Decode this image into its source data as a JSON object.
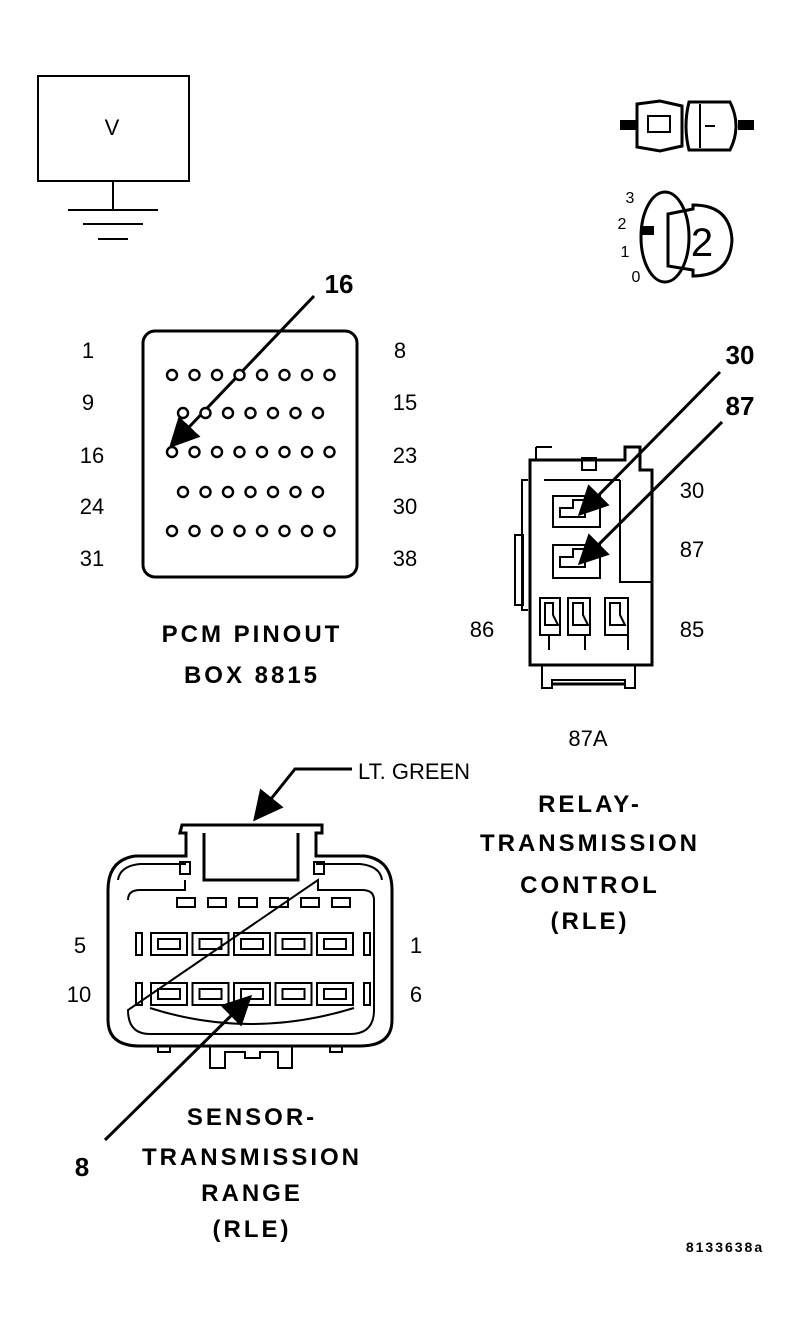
{
  "voltmeter": {
    "label": "V"
  },
  "ignition": {
    "positions": [
      "3",
      "2",
      "1",
      "0"
    ],
    "key_label": "2"
  },
  "pcm": {
    "callout": "16",
    "left_numbers": [
      "1",
      "9",
      "16",
      "24",
      "31"
    ],
    "right_numbers": [
      "8",
      "15",
      "23",
      "30",
      "38"
    ],
    "title_line1": "PCM PINOUT",
    "title_line2": "BOX 8815"
  },
  "relay": {
    "callout_top": "30",
    "callout_second": "87",
    "label_30": "30",
    "label_87": "87",
    "label_86": "86",
    "label_85": "85",
    "label_87a": "87A",
    "title": [
      "RELAY-",
      "TRANSMISSION",
      "CONTROL",
      "(RLE)"
    ]
  },
  "sensor": {
    "wire_color": "LT. GREEN",
    "label_5": "5",
    "label_1": "1",
    "label_10": "10",
    "label_6": "6",
    "callout": "8",
    "title": [
      "SENSOR-",
      "TRANSMISSION",
      "RANGE",
      "(RLE)"
    ]
  },
  "figure_id": "8133638a"
}
